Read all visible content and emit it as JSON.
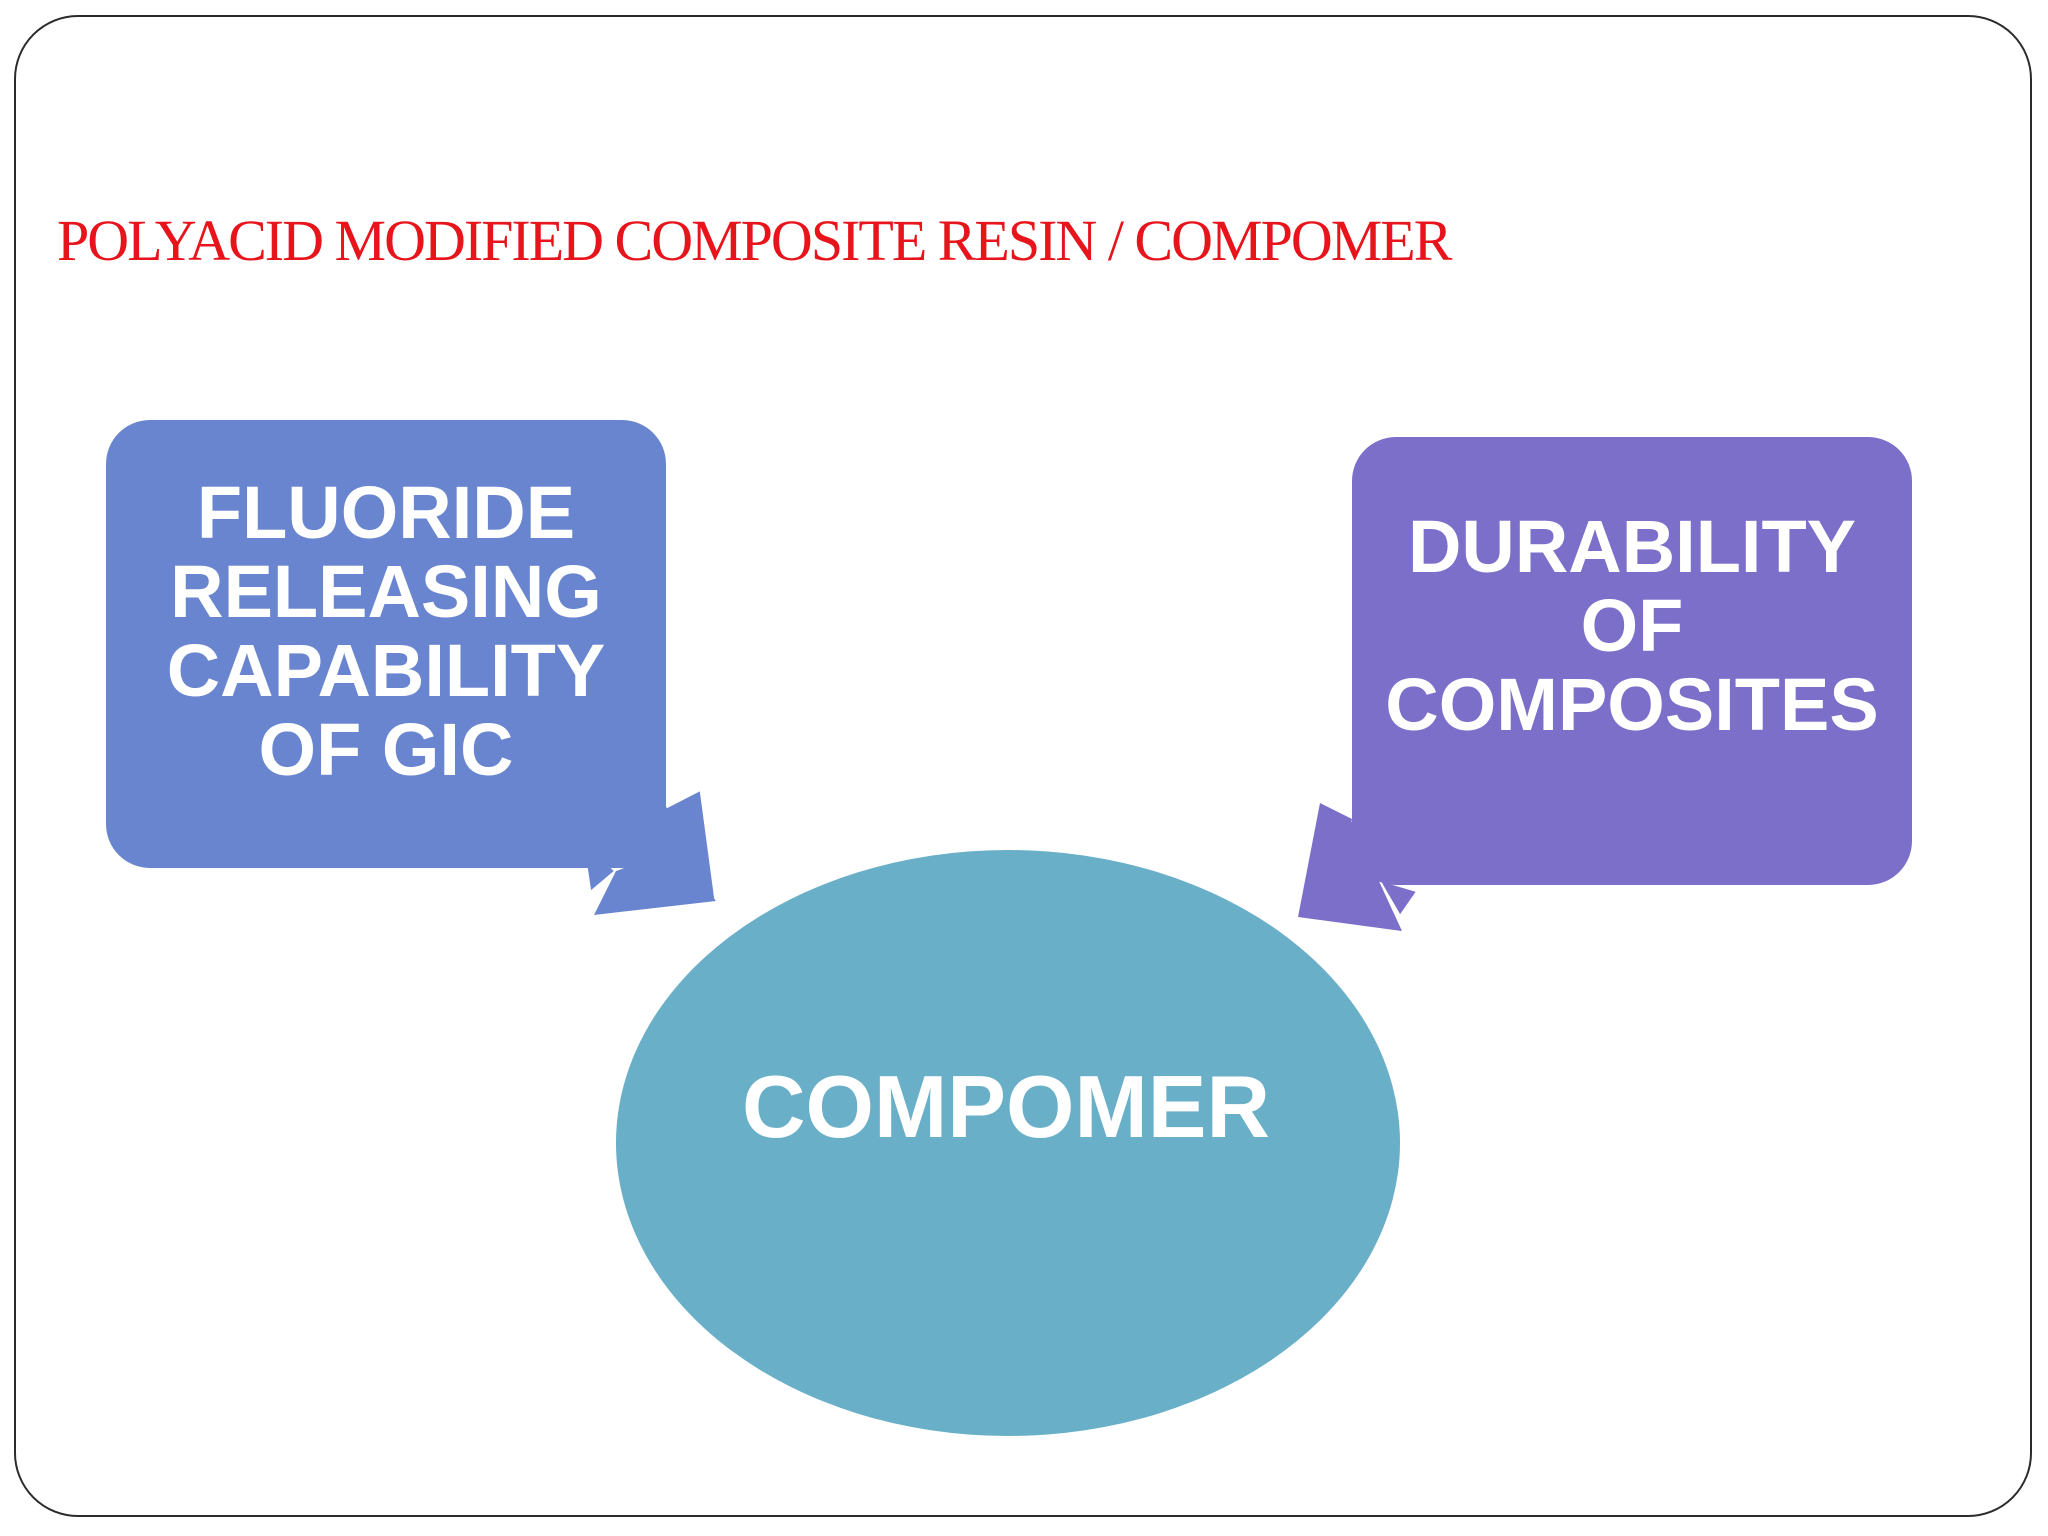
{
  "slide": {
    "title": "POLYACID MODIFIED COMPOSITE RESIN / COMPOMER"
  },
  "diagram": {
    "left_box": {
      "lines": [
        "FLUORIDE",
        "RELEASING",
        "CAPABILITY",
        "OF GIC"
      ],
      "color": "#6a85cf"
    },
    "right_box": {
      "lines": [
        "DURABILITY",
        "OF",
        "COMPOSITES"
      ],
      "color": "#7b6fca"
    },
    "center": {
      "label": "COMPOMER",
      "color": "#6aafc8"
    },
    "title_color": "#e8141b"
  }
}
